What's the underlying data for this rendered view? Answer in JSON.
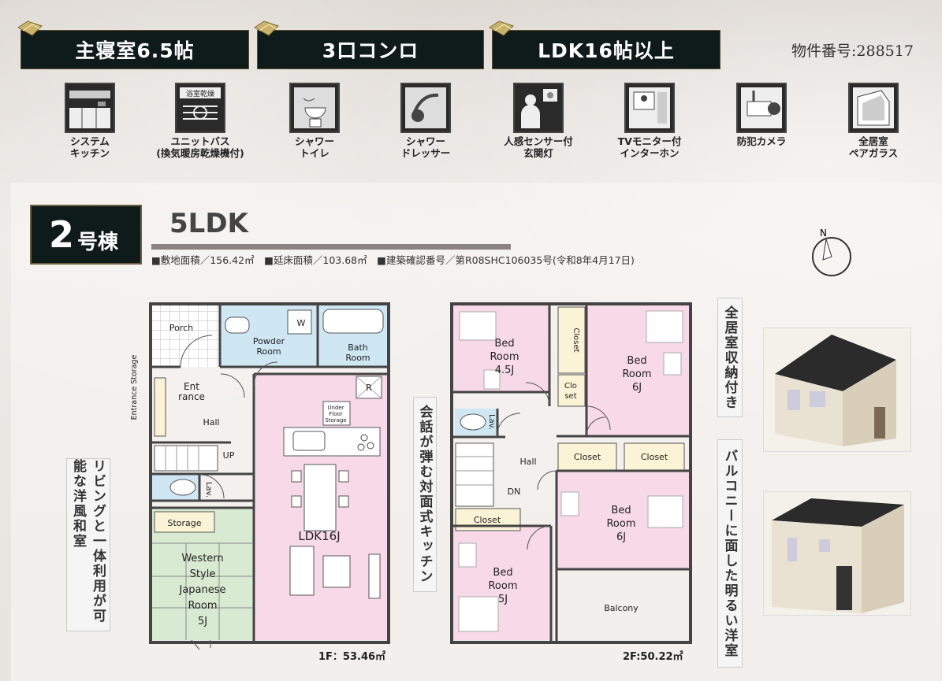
{
  "features": [
    "主寝室6.5帖",
    "3口コンロ",
    "LDK16帖以上"
  ],
  "property_number": "物件番号:288517",
  "icons": [
    {
      "name": "system-kitchen-icon",
      "l1": "システム",
      "l2": "キッチン"
    },
    {
      "name": "unit-bath-icon",
      "l1": "ユニットバス",
      "l2": "(換気暖房乾燥機付)",
      "tag": "浴室乾燥"
    },
    {
      "name": "shower-toilet-icon",
      "l1": "シャワー",
      "l2": "トイレ"
    },
    {
      "name": "shower-dresser-icon",
      "l1": "シャワー",
      "l2": "ドレッサー"
    },
    {
      "name": "sensor-light-icon",
      "l1": "人感センサー付",
      "l2": "玄関灯"
    },
    {
      "name": "tv-intercom-icon",
      "l1": "TVモニター付",
      "l2": "インターホン"
    },
    {
      "name": "security-camera-icon",
      "l1": "防犯カメラ",
      "l2": ""
    },
    {
      "name": "pair-glass-icon",
      "l1": "全居室",
      "l2": "ペアガラス"
    }
  ],
  "building": {
    "number": "2",
    "suffix": "号棟",
    "layout": "5LDK"
  },
  "meta": {
    "site": "■敷地面積／156.42㎡",
    "floor": "■延床面積／103.68㎡",
    "cert": "■建築確認番号／第R08SHC106035号(令和8年4月17日)"
  },
  "compass": "N",
  "floor1": {
    "area": "1F：53.46㎡",
    "rooms": {
      "porch": "Porch",
      "powder1": "Powder",
      "powder2": "Room",
      "w": "W",
      "bath1": "Bath",
      "bath2": "Room",
      "entrance_storage": "Entrance Storage",
      "ent1": "Ent",
      "ent2": "rance",
      "hall": "Hall",
      "up": "UP",
      "lav": "Lav.",
      "storage": "Storage",
      "under1": "Under",
      "under2": "Floor",
      "under3": "Storage",
      "r": "R",
      "ldk": "LDK16J",
      "jp1": "Western",
      "jp2": "Style",
      "jp3": "Japanese",
      "jp4": "Room",
      "jp5": "5J"
    }
  },
  "floor2": {
    "area": "2F:50.22㎡",
    "rooms": {
      "bed1a": "Bed",
      "bed1b": "Room",
      "bed1c": "4.5J",
      "closet1": "Closet",
      "closet2a": "Clo",
      "closet2b": "set",
      "bed2a": "Bed",
      "bed2b": "Room",
      "bed2c": "6J",
      "lav": "Lav.",
      "hall": "Hall",
      "dn": "DN",
      "closet3": "Closet",
      "closet4": "Closet",
      "closet5": "Closet",
      "bed3a": "Bed",
      "bed3b": "Room",
      "bed3c": "6J",
      "bed4a": "Bed",
      "bed4b": "Room",
      "bed4c": "5J",
      "balcony": "Balcony"
    }
  },
  "callouts": {
    "left": "リビングと一体利用が可能な洋風和室",
    "center": "会話が弾む対面式キッチン",
    "right_top": "全居室収納付き",
    "right_bottom": "バルコニーに面した明るい洋室"
  }
}
